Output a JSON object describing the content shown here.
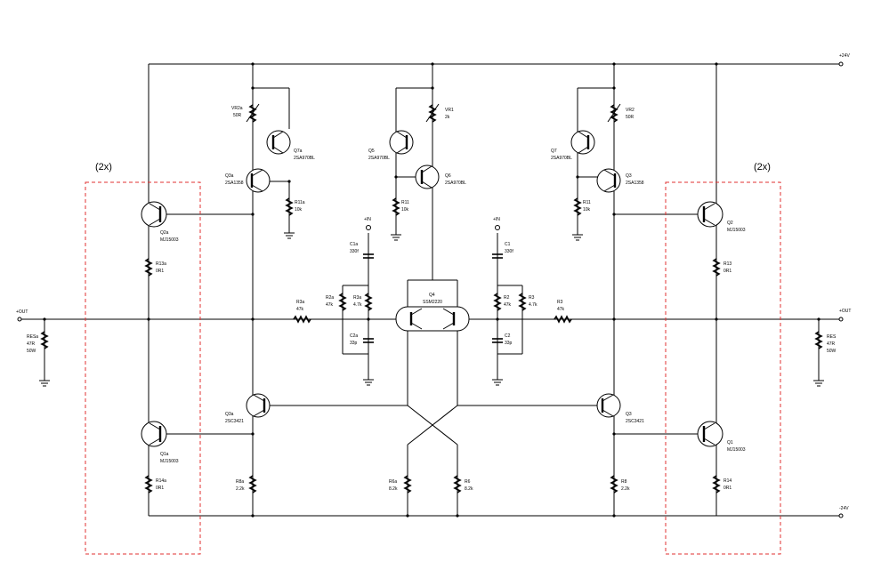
{
  "rails": {
    "pos": "+24V",
    "neg": "-24V",
    "in": "+IN",
    "out": "+OUT"
  },
  "multipliers": {
    "left": "(2x)",
    "right": "(2x)"
  },
  "components": {
    "VR2a": [
      "VR2a",
      "50R"
    ],
    "VR1": [
      "VR1",
      "2k"
    ],
    "VR2": [
      "VR2",
      "50R"
    ],
    "Q7a": [
      "Q7a",
      "2SA970BL"
    ],
    "Q5": [
      "Q5",
      "2SA970BL"
    ],
    "Q7": [
      "Q7",
      "2SA970BL"
    ],
    "Q3a": [
      "Q3a",
      "2SA1358"
    ],
    "Q6": [
      "Q6",
      "2SA970BL"
    ],
    "Q3": [
      "Q3",
      "2SA1358"
    ],
    "R11a": [
      "R11a",
      "10k"
    ],
    "R11": [
      "R11",
      "10k"
    ],
    "R11r": [
      "R11",
      "10k"
    ],
    "Q2a": [
      "Q2a",
      "MJ15003"
    ],
    "Q2": [
      "Q2",
      "MJ15003"
    ],
    "R13a": [
      "R13a",
      "0R1"
    ],
    "R13": [
      "R13",
      "0R1"
    ],
    "C1a": [
      "C1a",
      "330f"
    ],
    "C1": [
      "C1",
      "330f"
    ],
    "R3a": [
      "R3a",
      "47k"
    ],
    "R2a": [
      "R2a",
      "47k"
    ],
    "R3a2": [
      "R3a",
      "4.7k"
    ],
    "R2": [
      "R2",
      "47k"
    ],
    "R3": [
      "R3",
      "4.7k"
    ],
    "R3r": [
      "R3",
      "47k"
    ],
    "Q4": [
      "Q4",
      "SSM2220"
    ],
    "C2a": [
      "C2a",
      "33p"
    ],
    "C2": [
      "C2",
      "33p"
    ],
    "RESa": [
      "RESa",
      "47R",
      "50W"
    ],
    "RES": [
      "RES",
      "47R",
      "50W"
    ],
    "Q3b": [
      "Q3a",
      "2SC3421"
    ],
    "Q3c": [
      "Q3",
      "2SC3421"
    ],
    "Q1a": [
      "Q1a",
      "MJ15003"
    ],
    "Q1": [
      "Q1",
      "MJ15003"
    ],
    "R14a": [
      "R14a",
      "0R1"
    ],
    "R14": [
      "R14",
      "0R1"
    ],
    "R8a": [
      "R8a",
      "2.2k"
    ],
    "R8": [
      "R8",
      "2.2k"
    ],
    "R6a": [
      "R6a",
      "8.2k"
    ],
    "R6": [
      "R6",
      "8.2k"
    ]
  }
}
